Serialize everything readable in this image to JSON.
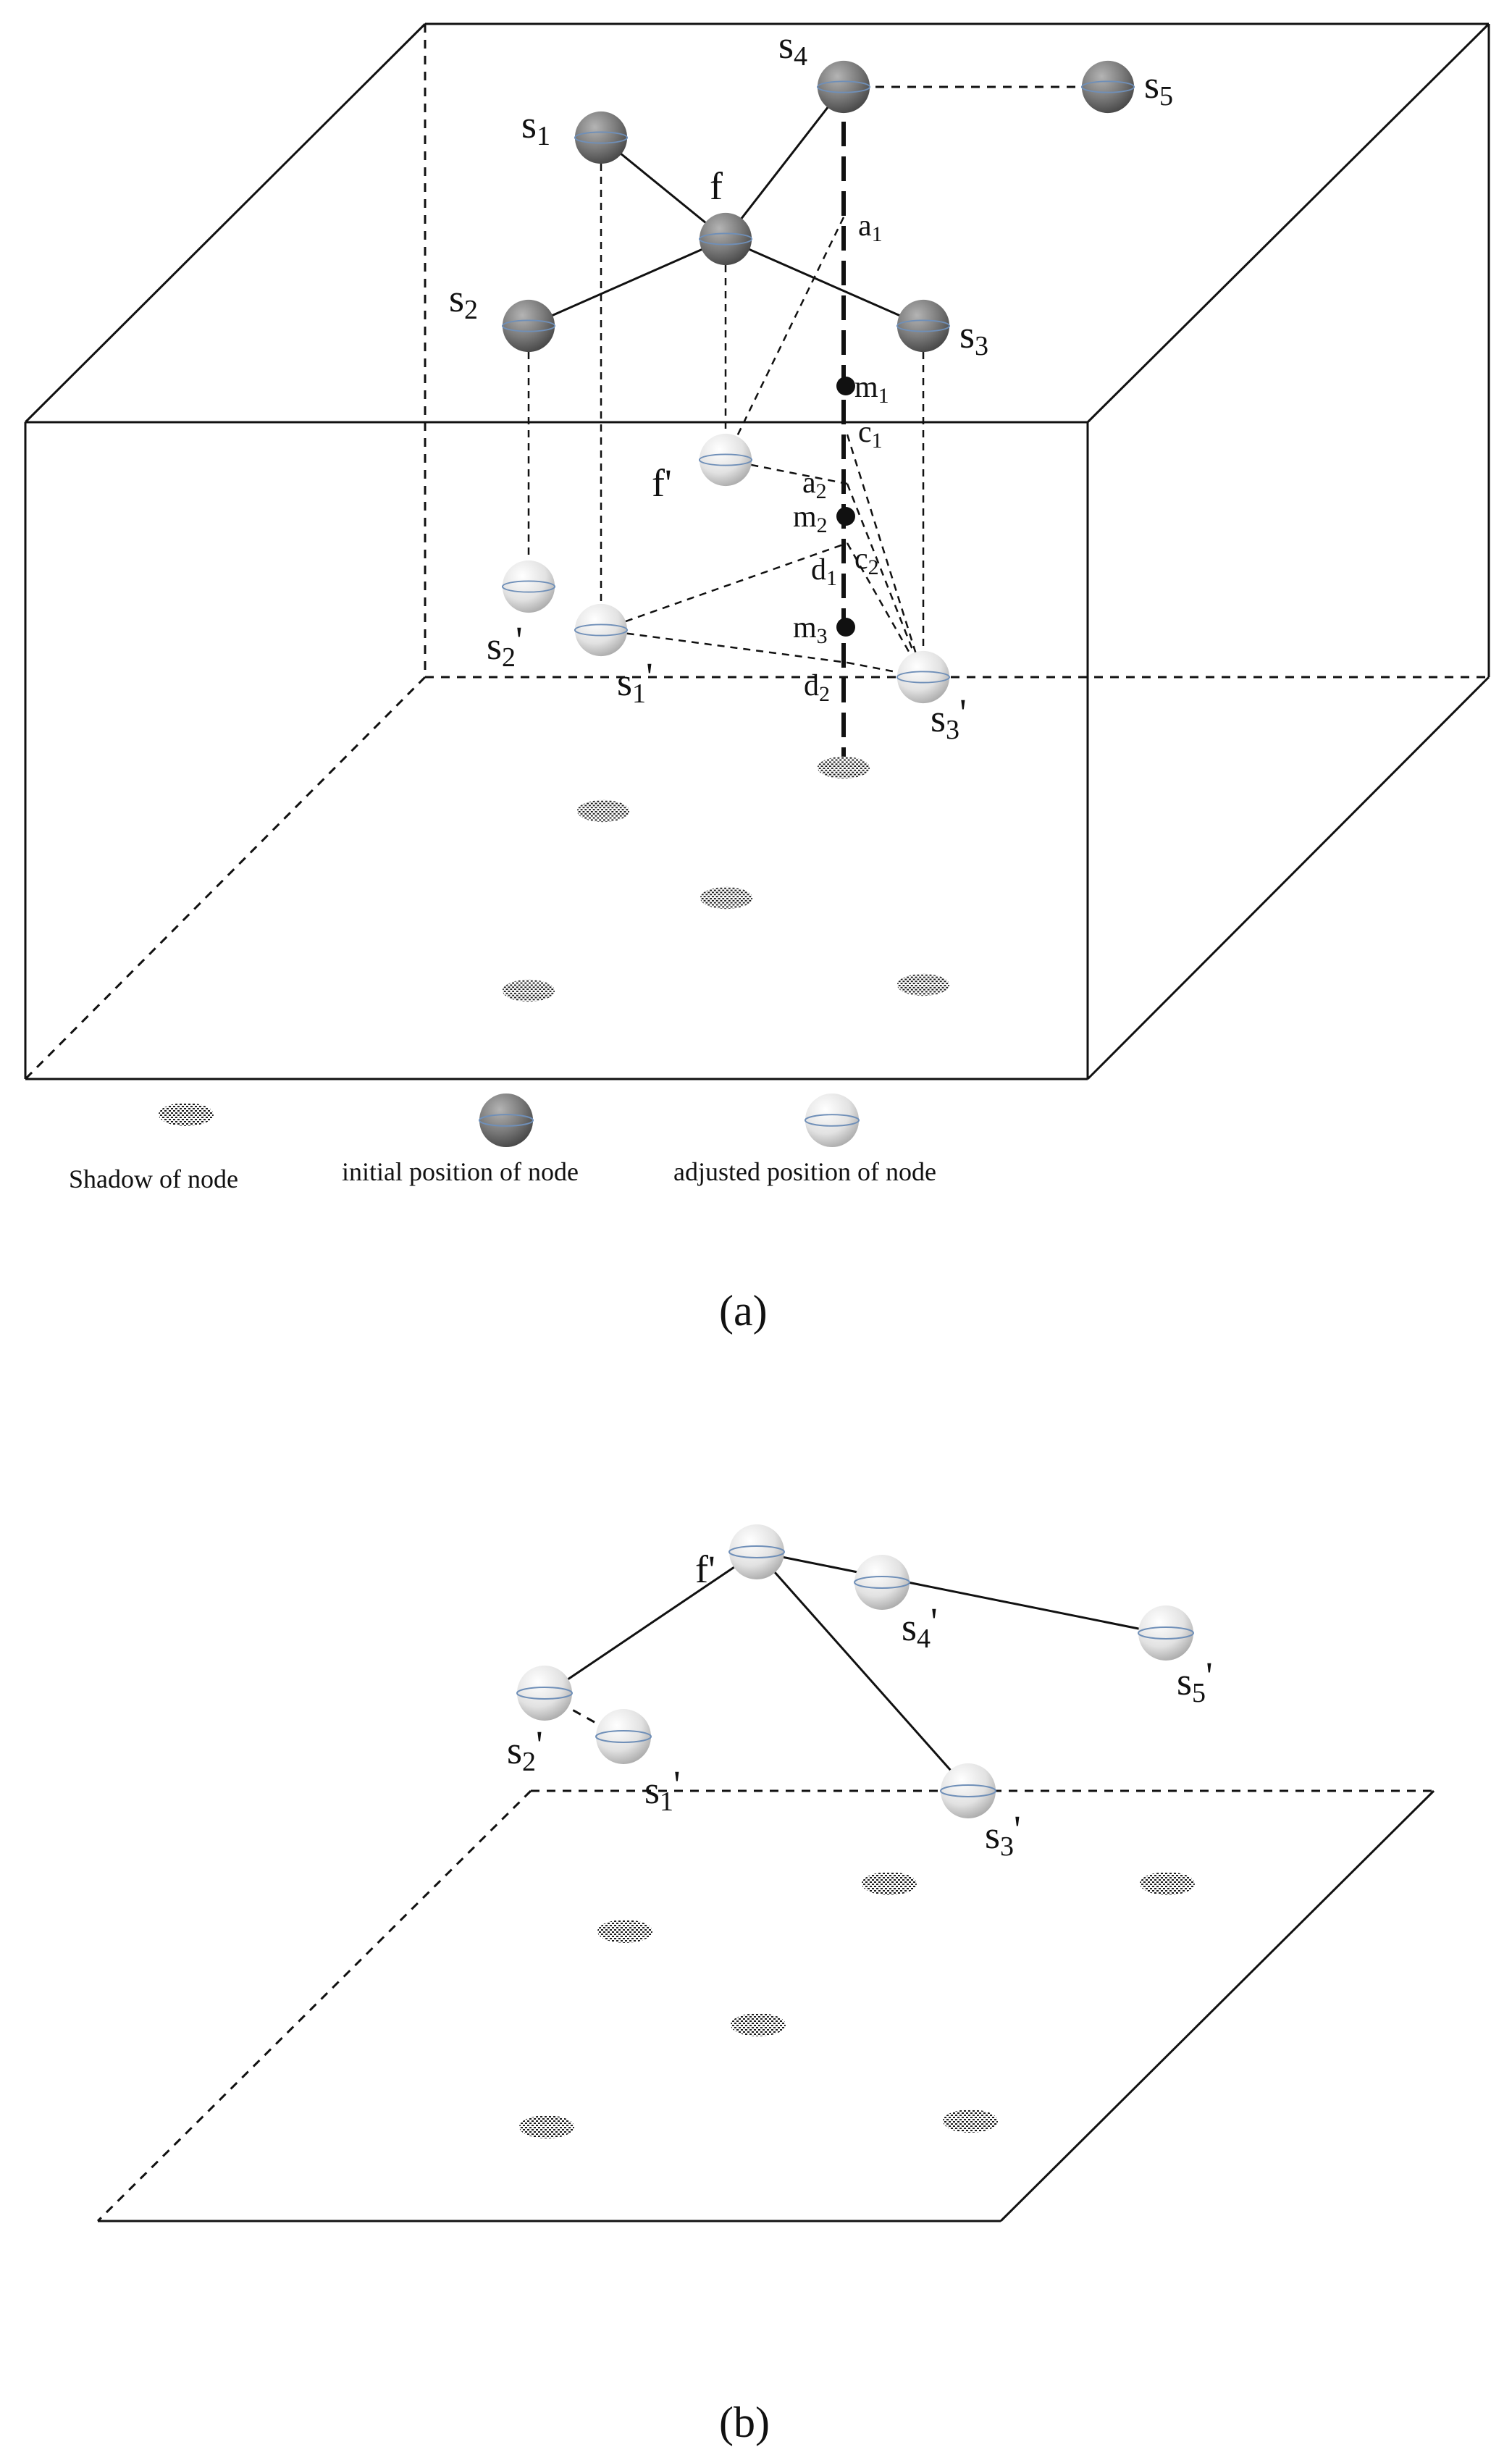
{
  "panel_a": {
    "caption": "(a)",
    "nodes": {
      "f": "f",
      "s1": "s",
      "s1_sub": "1",
      "s2": "s",
      "s2_sub": "2",
      "s3": "s",
      "s3_sub": "3",
      "s4": "s",
      "s4_sub": "4",
      "s5": "s",
      "s5_sub": "5",
      "f_adj": "f'",
      "s1_adj": "s",
      "s1_adj_sub": "1",
      "s2_adj": "s",
      "s2_adj_sub": "2",
      "s3_adj": "s",
      "s3_adj_sub": "3",
      "prime": "'"
    },
    "points": {
      "a1": "a",
      "a1_sub": "1",
      "a2": "a",
      "a2_sub": "2",
      "m1": "m",
      "m1_sub": "1",
      "m2": "m",
      "m2_sub": "2",
      "m3": "m",
      "m3_sub": "3",
      "c1": "c",
      "c1_sub": "1",
      "c2": "c",
      "c2_sub": "2",
      "d1": "d",
      "d1_sub": "1",
      "d2": "d",
      "d2_sub": "2"
    },
    "legend": {
      "shadow": "Shadow of node",
      "initial": "initial position of node",
      "adjusted": "adjusted position of node"
    }
  },
  "panel_b": {
    "caption": "(b)",
    "nodes": {
      "f_adj": "f'",
      "s1": "s",
      "s1_sub": "1",
      "s2": "s",
      "s2_sub": "2",
      "s3": "s",
      "s3_sub": "3",
      "s4": "s",
      "s4_sub": "4",
      "s5": "s",
      "s5_sub": "5",
      "prime": "'"
    }
  },
  "colors": {
    "initial_node": "#6f6f6f",
    "adjusted_node": "#e6e6e6",
    "shadow": "#2a2a2a",
    "line": "#111111",
    "equator": "#6f8fb8"
  }
}
